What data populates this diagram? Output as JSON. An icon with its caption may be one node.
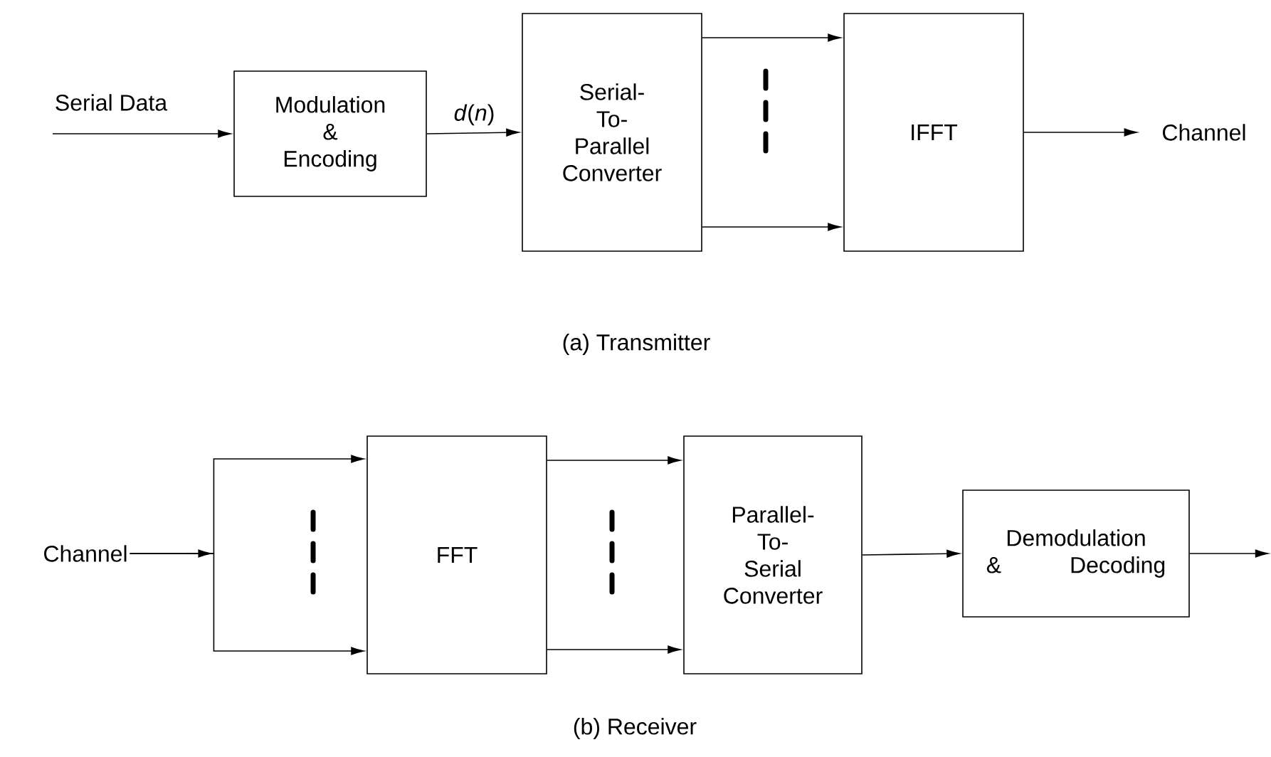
{
  "diagram": {
    "nodes": [
      {
        "text": [
          "Serial Data"
        ]
      },
      {
        "text": [
          "Modulation & Encoding"
        ]
      },
      {
        "text": [
          "Serial- To- Parallel Converter"
        ]
      },
      {
        "text": [
          "IFFT"
        ]
      },
      {
        "text": [
          "Channel"
        ]
      },
      {
        "text": [
          "Channel"
        ]
      },
      {
        "text": [
          "FFT"
        ]
      },
      {
        "text": [
          "Parallel- To- Serial Converter"
        ]
      },
      {
        "text": [
          "Demodulation & Decoding"
        ]
      }
    ],
    "edges": [
      {
        "from": 0,
        "to": 1,
        "arrow": "to"
      },
      {
        "from": 1,
        "to": 2,
        "arrow": "to",
        "label": "*d*(*n*)"
      },
      {
        "from": 2,
        "to": 3,
        "arrow": "to"
      },
      {
        "from": 2,
        "to": 3,
        "arrow": "to"
      },
      {
        "from": 3,
        "to": 4,
        "arrow": "to"
      },
      {
        "from": 5,
        "to": 6,
        "arrow": "to"
      },
      {
        "from": 5,
        "to": 6,
        "arrow": "to"
      },
      {
        "from": 6,
        "to": 7,
        "arrow": "to"
      },
      {
        "from": 6,
        "to": 7,
        "arrow": "to"
      },
      {
        "from": 7,
        "to": 8,
        "arrow": "to"
      },
      {
        "from": 8,
        "to": null,
        "arrow": "to"
      }
    ],
    "labels": [
      "(a) Transmitter",
      "(b) Receiver"
    ]
  }
}
